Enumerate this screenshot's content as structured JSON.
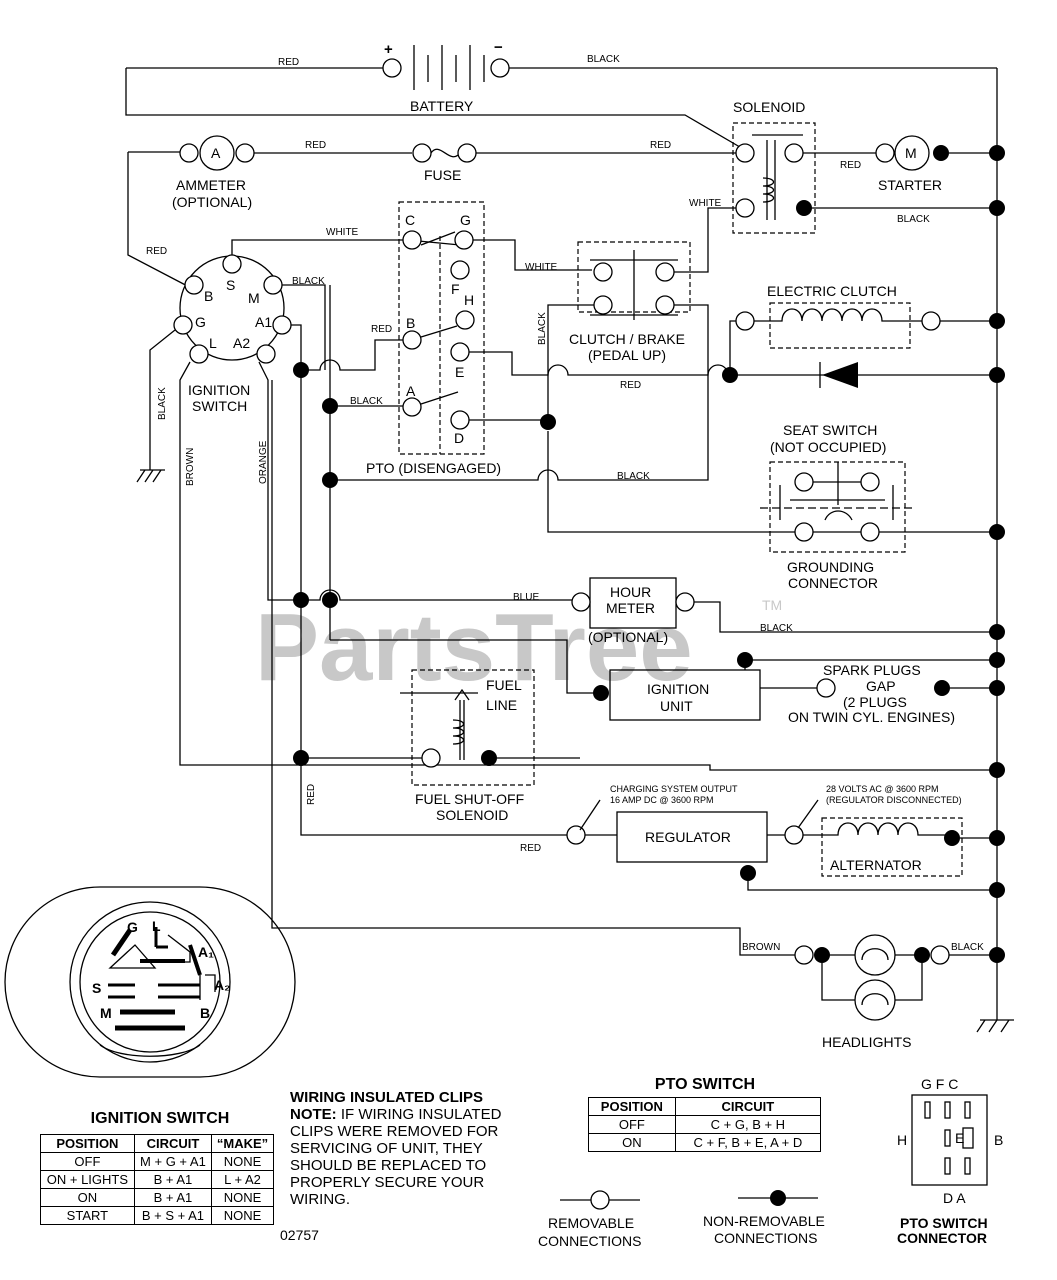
{
  "watermark": "PartsTree",
  "trademark": "TM",
  "diagram_code": "02757",
  "components": {
    "battery": "BATTERY",
    "battery_pos": "+",
    "battery_neg": "−",
    "solenoid": "SOLENOID",
    "ammeter": "AMMETER",
    "ammeter_opt": "(OPTIONAL)",
    "ammeter_symbol": "A",
    "fuse": "FUSE",
    "starter": "STARTER",
    "starter_symbol": "M",
    "ignition_switch_line1": "IGNITION",
    "ignition_switch_line2": "SWITCH",
    "pto": "PTO (DISENGAGED)",
    "clutch_brake_line1": "CLUTCH / BRAKE",
    "clutch_brake_line2": "(PEDAL UP)",
    "electric_clutch": "ELECTRIC CLUTCH",
    "seat_switch_line1": "SEAT SWITCH",
    "seat_switch_line2": "(NOT OCCUPIED)",
    "grounding_line1": "GROUNDING",
    "grounding_line2": "CONNECTOR",
    "hour_meter_line1": "HOUR",
    "hour_meter_line2": "METER",
    "hour_meter_opt": "(OPTIONAL)",
    "ignition_unit_line1": "IGNITION",
    "ignition_unit_line2": "UNIT",
    "spark_line1": "SPARK PLUGS",
    "spark_line2": "GAP",
    "spark_line3": "(2 PLUGS",
    "spark_line4": "ON TWIN CYL. ENGINES)",
    "fuel_line1": "FUEL",
    "fuel_line2": "LINE",
    "fuel_solenoid_line1": "FUEL SHUT-OFF",
    "fuel_solenoid_line2": "SOLENOID",
    "regulator": "REGULATOR",
    "alternator": "ALTERNATOR",
    "charging_line1": "CHARGING SYSTEM OUTPUT",
    "charging_line2": "16 AMP DC @ 3600 RPM",
    "ac_line1": "28 VOLTS AC @ 3600 RPM",
    "ac_line2": "(REGULATOR DISCONNECTED)",
    "headlights": "HEADLIGHTS"
  },
  "terminals": {
    "ign": {
      "b": "B",
      "s": "S",
      "m": "M",
      "g": "G",
      "l": "L",
      "a1": "A1",
      "a2": "A2"
    },
    "pto": {
      "c": "C",
      "g": "G",
      "f": "F",
      "h": "H",
      "b": "B",
      "e": "E",
      "a": "A",
      "d": "D"
    }
  },
  "wires": {
    "red": "RED",
    "black": "BLACK",
    "white": "WHITE",
    "brown": "BROWN",
    "orange": "ORANGE",
    "blue": "BLUE"
  },
  "ignition_switch_table": {
    "title": "IGNITION SWITCH",
    "headers": [
      "POSITION",
      "CIRCUIT",
      "“MAKE”"
    ],
    "rows": [
      [
        "OFF",
        "M + G + A1",
        "NONE"
      ],
      [
        "ON + LIGHTS",
        "B + A1",
        "L + A2"
      ],
      [
        "ON",
        "B + A1",
        "NONE"
      ],
      [
        "START",
        "B + S + A1",
        "NONE"
      ]
    ]
  },
  "clips_note": {
    "title": "WIRING INSULATED CLIPS",
    "note_label": "NOTE:",
    "lines": [
      "IF WIRING INSULATED",
      "CLIPS WERE REMOVED FOR",
      "SERVICING OF UNIT, THEY",
      "SHOULD BE REPLACED TO",
      "PROPERLY SECURE YOUR",
      "WIRING."
    ]
  },
  "pto_switch_table": {
    "title": "PTO SWITCH",
    "headers": [
      "POSITION",
      "CIRCUIT"
    ],
    "rows": [
      [
        "OFF",
        "C + G, B + H"
      ],
      [
        "ON",
        "C + F, B + E, A + D"
      ]
    ]
  },
  "legend": {
    "removable_line1": "REMOVABLE",
    "removable_line2": "CONNECTIONS",
    "nonremovable_line1": "NON-REMOVABLE",
    "nonremovable_line2": "CONNECTIONS"
  },
  "pto_connector": {
    "top": "G F C",
    "left": "H",
    "center": "E",
    "right": "B",
    "bottom": "D A",
    "title_line1": "PTO SWITCH",
    "title_line2": "CONNECTOR"
  },
  "connector_face": {
    "g": "G",
    "l": "L",
    "a1": "A₁",
    "a2": "A₂",
    "s": "S",
    "m": "M",
    "b": "B"
  }
}
